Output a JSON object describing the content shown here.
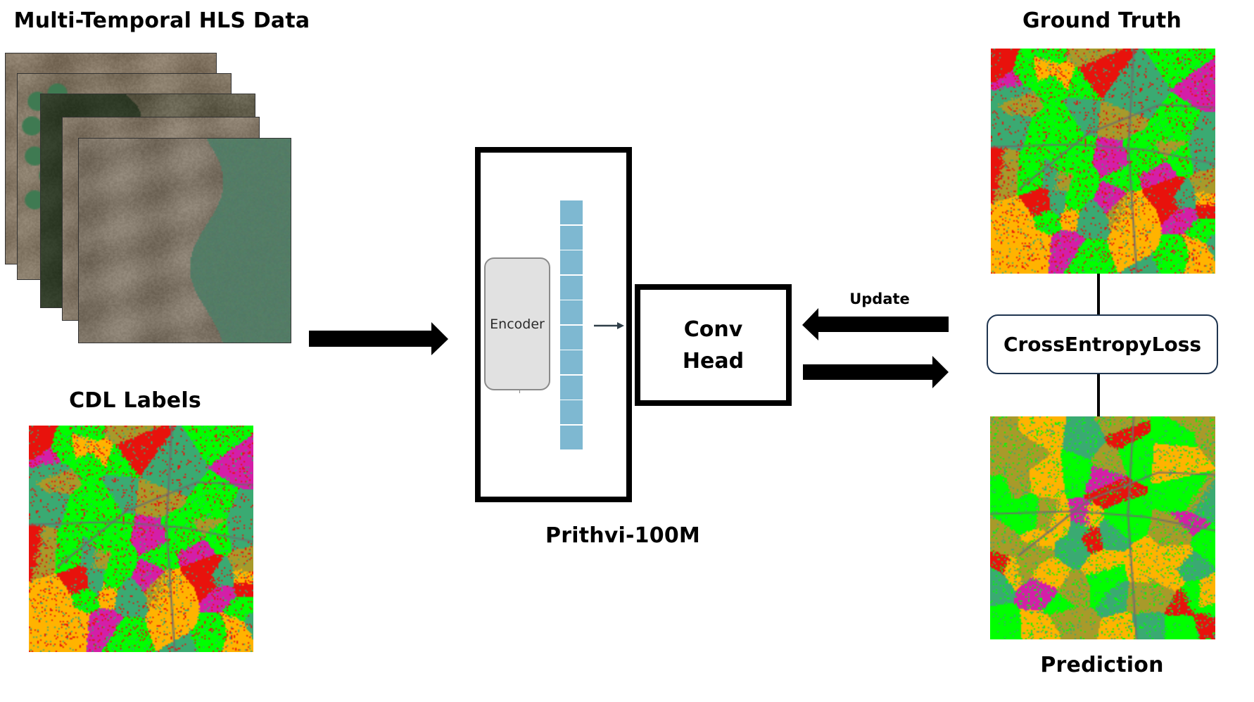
{
  "titles": {
    "hls_data": "Multi-Temporal HLS Data",
    "cdl_labels": "CDL Labels",
    "ground_truth": "Ground Truth",
    "prediction": "Prediction",
    "model": "Prithvi-100M"
  },
  "model": {
    "encoder_label": "Encoder",
    "token_count": 10,
    "token_color": "#7eb8d1"
  },
  "head": {
    "line1": "Conv",
    "line2": "Head"
  },
  "loss": {
    "label": "CrossEntropyLoss"
  },
  "arrows": {
    "update_label": "Update"
  },
  "hls_stack": {
    "frame_count": 5
  },
  "class_colors": {
    "grass": "#00ff00",
    "forest": "#3aaa72",
    "corn": "#ffb300",
    "soy": "#a89a2a",
    "developed": "#e8120c",
    "wheat": "#d41ea8",
    "road": "#6e6e6e"
  }
}
